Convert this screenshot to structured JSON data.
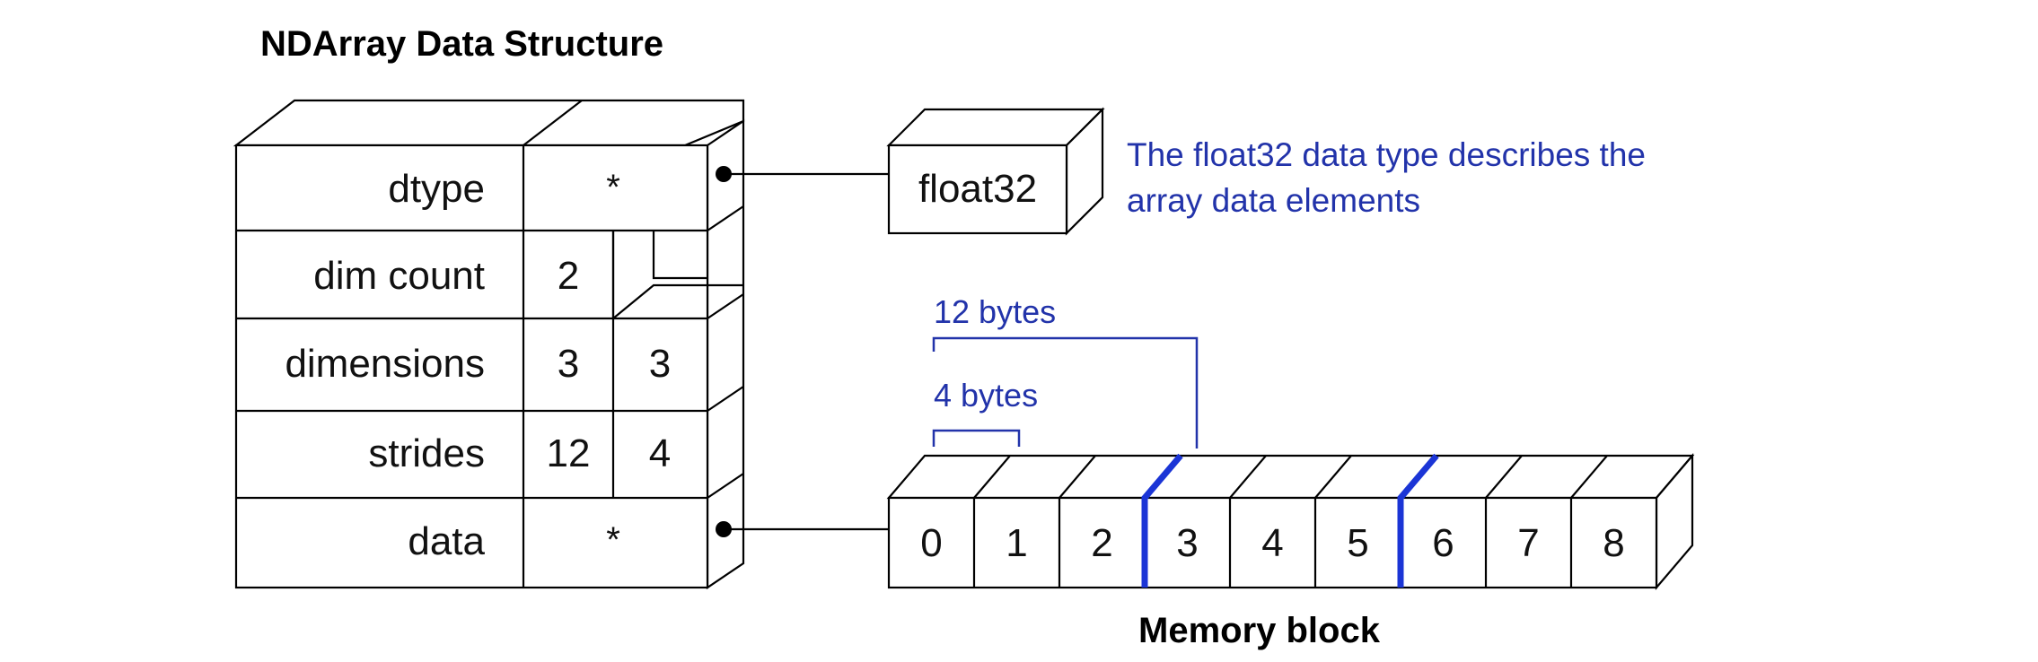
{
  "title": "NDArray Data Structure",
  "struct": {
    "rows": [
      {
        "label": "dtype",
        "cells": [
          "*"
        ],
        "pointer": true
      },
      {
        "label": "dim count",
        "cells": [
          "2"
        ]
      },
      {
        "label": "dimensions",
        "cells": [
          "3",
          "3"
        ]
      },
      {
        "label": "strides",
        "cells": [
          "12",
          "4"
        ]
      },
      {
        "label": "data",
        "cells": [
          "*"
        ],
        "pointer": true
      }
    ]
  },
  "dtype_box": {
    "label": "float32"
  },
  "dtype_note": {
    "line1": "The float32 data type describes the",
    "line2": "array data elements"
  },
  "memory": {
    "cells": [
      "0",
      "1",
      "2",
      "3",
      "4",
      "5",
      "6",
      "7",
      "8"
    ],
    "label": "Memory block",
    "row_marker_after_indices": [
      3,
      6
    ]
  },
  "annotations": {
    "row_stride": "12 bytes",
    "element_size": "4 bytes"
  },
  "colors": {
    "outline": "#000000",
    "annotation": "#2233aa",
    "row_marker": "#1b35d6"
  }
}
